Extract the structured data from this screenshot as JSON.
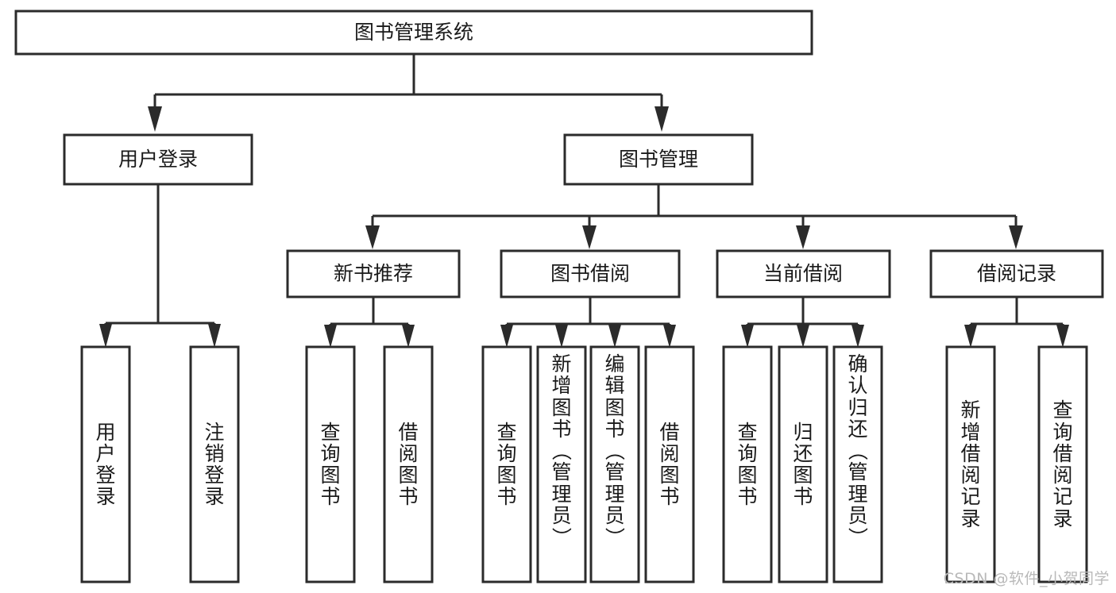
{
  "diagram": {
    "title": "图书管理系统",
    "type": "tree",
    "orientation": "top-down",
    "watermark": "CSDN @软件_小贺同学",
    "colors": {
      "stroke": "#2b2b2b",
      "box_fill": "#ffffff",
      "text": "#1a1a1a",
      "background": "#ffffff",
      "watermark": "#b9b9b9"
    },
    "root": {
      "label": "图书管理系统"
    },
    "level2": [
      {
        "label": "用户登录"
      },
      {
        "label": "图书管理"
      }
    ],
    "level3": [
      {
        "label": "新书推荐",
        "parent": "图书管理"
      },
      {
        "label": "图书借阅",
        "parent": "图书管理"
      },
      {
        "label": "当前借阅",
        "parent": "图书管理"
      },
      {
        "label": "借阅记录",
        "parent": "图书管理"
      }
    ],
    "leaves": {
      "user_login": [
        {
          "label": "用户登录"
        },
        {
          "label": "注销登录"
        }
      ],
      "new_book_recommend": [
        {
          "label": "查询图书"
        },
        {
          "label": "借阅图书"
        }
      ],
      "book_borrow": [
        {
          "label": "查询图书"
        },
        {
          "label": "新增图书（管理员）"
        },
        {
          "label": "编辑图书（管理员）"
        },
        {
          "label": "借阅图书"
        }
      ],
      "current_borrow": [
        {
          "label": "查询图书"
        },
        {
          "label": "归还图书"
        },
        {
          "label": "确认归还（管理员）"
        }
      ],
      "borrow_record": [
        {
          "label": "新增借阅记录"
        },
        {
          "label": "查询借阅记录"
        }
      ]
    }
  }
}
